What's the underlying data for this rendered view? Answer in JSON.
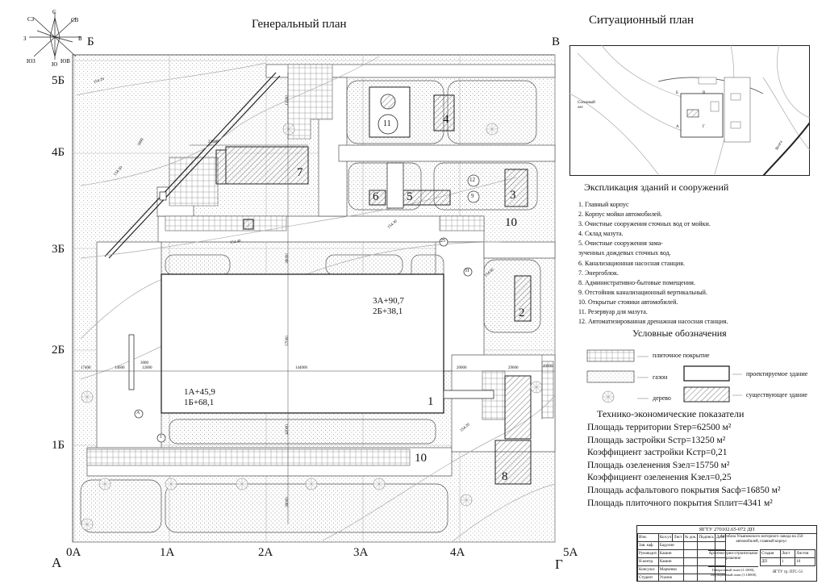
{
  "titles": {
    "general_plan": "Генеральный план",
    "situation_plan": "Ситуационный план",
    "explication": "Экспликация зданий и сооружений",
    "legend": "Условные обозначения",
    "tep": "Технико-экономические показатели"
  },
  "compass": [
    "С",
    "СВ",
    "В",
    "ЮВ",
    "Ю",
    "ЮЗ",
    "З",
    "СЗ"
  ],
  "grid": {
    "corners": {
      "top_left": "Б",
      "top_right": "В",
      "bottom_left": "А",
      "bottom_right": "Г"
    },
    "rows": [
      "5Б",
      "4Б",
      "3Б",
      "2Б",
      "1Б"
    ],
    "cols": [
      "0А",
      "1А",
      "2А",
      "3А",
      "4А",
      "5А"
    ]
  },
  "buildings": [
    "1",
    "2",
    "3",
    "4",
    "5",
    "6",
    "7",
    "8",
    "9",
    "10",
    "10",
    "11",
    "12"
  ],
  "markers": {
    "a": "А",
    "one": "1",
    "p": "П",
    "n25": "25"
  },
  "elevations": {
    "b1": [
      "1А+45,9",
      "1Б+68,1"
    ],
    "b3": [
      "3А+90,7",
      "2Б+38,1"
    ]
  },
  "dims": {
    "d1": "17400",
    "d2": "14600",
    "d3": "12000",
    "d4": "144000",
    "d5": "20000",
    "d6": "29600",
    "d7": "40000",
    "d8": "22000",
    "d9": "57000",
    "d10": "36000",
    "d11": "42000",
    "d12": "39000",
    "d13": "3000",
    "d14": "13500",
    "d15": "3000"
  },
  "contours": [
    "154.20",
    "154.30",
    "154.40",
    "154.30",
    "154.60",
    "154.20",
    "154.50",
    "154.80"
  ],
  "situation_labels": {
    "forest": "Сосновый лес",
    "river": "Волга",
    "a": "А",
    "b": "Б",
    "v": "В",
    "g": "Г"
  },
  "explication": [
    "1. Главный корпус",
    "2. Корпус мойки автомобилей.",
    "3. Очистные сооружения сточных вод от мойки.",
    "4. Склад мазута.",
    "5. Очистные сооружения зама-",
    "зученных дождевых сточных вод.",
    "6. Канализационная насосная станция.",
    "7. Энергоблок.",
    "8. Административно-бытовые помещения.",
    "9. Отстойник канализационный вертикальный.",
    "10. Открытые стоянки автомобилей.",
    "11. Резервуар для мазута.",
    "12. Автоматизированная дренажная насосная станция."
  ],
  "legend": {
    "tile": "плиточное покрытие",
    "lawn": "газон",
    "tree": "дерево",
    "designed": "проектируемое здание",
    "existing": "существующее здание"
  },
  "tep": [
    "Площадь территории Sтер=62500 м²",
    "Площадь застройки Sстр=13250 м²",
    "Коэффициент застройки Kстр=0,21",
    "Площадь озеленения Sзел=15750 м²",
    "Коэффициент озеленения Kзел=0,25",
    "Площадь асфальтового покрытия Sасф=16850 м²",
    "Площадь плиточного покрытия Sплит=4341 м²"
  ],
  "stamp": {
    "code": "ЯГТУ 270102.65-072 ДП",
    "project": "Автобаза Ульяновского моторного завода на 250 автомобилей, главный корпус",
    "section": "Архитектурно-строительное решение",
    "sheet_title": "Генеральный план (1:1000), ситуационный план (1:10000)",
    "org": "ЯГТУ гр. ПГС-51",
    "stage_h": "Стадия",
    "sheet_h": "Лист",
    "sheets_h": "Листов",
    "stage": "ДП",
    "sheet": "1",
    "sheets": "10",
    "head_cols": [
      "Изм.",
      "Кол.уч",
      "Лист",
      "№ док.",
      "Подпись",
      "Дата"
    ],
    "people": [
      [
        "Зав. каф.",
        "Бадулин"
      ],
      [
        "Руководит.",
        "Кашин"
      ],
      [
        "Н.контр.",
        "Кашин"
      ],
      [
        "Консульт.",
        "Марченко"
      ],
      [
        "Студент",
        "Усанов"
      ]
    ]
  }
}
